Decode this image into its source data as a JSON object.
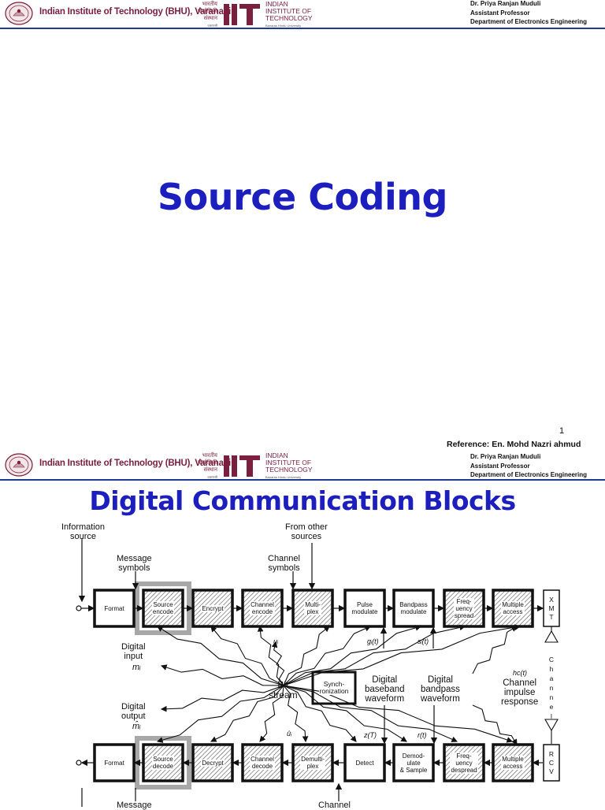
{
  "header": {
    "institute": "Indian Institute of Technology (BHU), Varanasi",
    "hindi_lines": [
      "भारतीय",
      "प्रौद्योगिकी",
      "संस्थान"
    ],
    "hindi_tagline": "वाराणसी",
    "iit_lines": [
      "INDIAN",
      "INSTITUTE OF",
      "TECHNOLOGY"
    ],
    "iit_tagline": "Banaras Hindu University",
    "author_name": "Dr. Priya Ranjan Muduli",
    "author_title": "Assistant Professor",
    "author_dept": "Department of Electronics Engineering"
  },
  "slide1": {
    "title": "Source Coding",
    "page_number": "1",
    "reference": "Reference: En. Mohd Nazri ahmud"
  },
  "slide2": {
    "title": "Digital Communication Blocks",
    "labels": {
      "info_source": "Information\nsource",
      "other_sources": "From other\nsources",
      "message_symbols": "Message\nsymbols",
      "channel_symbols": "Channel\nsymbols",
      "digital_input": "Digital\ninput",
      "digital_input_sym": "mᵢ",
      "ui": "uᵢ",
      "gi": "gᵢ(t)",
      "si": "sᵢ(t)",
      "bit_stream": "Bit\nstream",
      "synch": "Synch-\nronization",
      "digital_baseband": "Digital\nbaseband\nwaveform",
      "digital_bandpass": "Digital\nbandpass\nwaveform",
      "channel_impulse": "Channel\nimpulse\nresponse",
      "hc": "hc(t)",
      "digital_output": "Digital\noutput",
      "digital_output_sym": "m̂ᵢ",
      "ui_hat": "ûᵢ",
      "zT": "z(T)",
      "rt": "r(t)",
      "message_bottom": "Message",
      "channel_bottom": "Channel"
    },
    "tx_blocks": [
      "Format",
      "Source\nencode",
      "Encrypt",
      "Channel\nencode",
      "Multi-\nplex",
      "Pulse\nmodulate",
      "Bandpass\nmodulate",
      "Freq-\nuency\nspread",
      "Multiple\naccess"
    ],
    "rx_blocks": [
      "Format",
      "Source\ndecode",
      "Decrypt",
      "Channel\ndecode",
      "Demulti-\nplex",
      "Detect",
      "Demod-\nulate\n& Sample",
      "Freq-\nuency\ndespread",
      "Multiple\naccess"
    ],
    "xmt": [
      "X",
      "M",
      "T"
    ],
    "rcv": [
      "R",
      "C",
      "V"
    ],
    "channel_letters": [
      "C",
      "h",
      "a",
      "n",
      "n",
      "e",
      "l"
    ]
  }
}
